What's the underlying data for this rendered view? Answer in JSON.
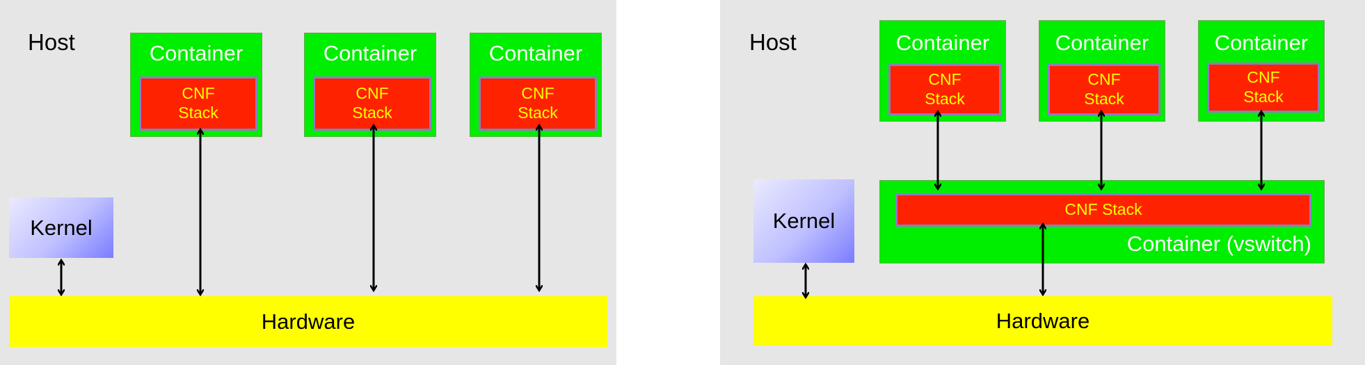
{
  "left": {
    "host": "Host",
    "kernel": "Kernel",
    "hardware": "Hardware",
    "containers": [
      {
        "title": "Container",
        "stack_line1": "CNF",
        "stack_line2": "Stack"
      },
      {
        "title": "Container",
        "stack_line1": "CNF",
        "stack_line2": "Stack"
      },
      {
        "title": "Container",
        "stack_line1": "CNF",
        "stack_line2": "Stack"
      }
    ]
  },
  "right": {
    "host": "Host",
    "kernel": "Kernel",
    "hardware": "Hardware",
    "containers": [
      {
        "title": "Container",
        "stack_line1": "CNF",
        "stack_line2": "Stack"
      },
      {
        "title": "Container",
        "stack_line1": "CNF",
        "stack_line2": "Stack"
      },
      {
        "title": "Container",
        "stack_line1": "CNF",
        "stack_line2": "Stack"
      }
    ],
    "vswitch": {
      "stack": "CNF Stack",
      "label": "Container (vswitch)"
    }
  },
  "colors": {
    "background": "#e6e6e6",
    "container": "#00ee00",
    "stack": "#ff2200",
    "stack_text": "#ffff00",
    "hardware": "#ffff00",
    "kernel_gradient_end": "#7a7cff"
  }
}
